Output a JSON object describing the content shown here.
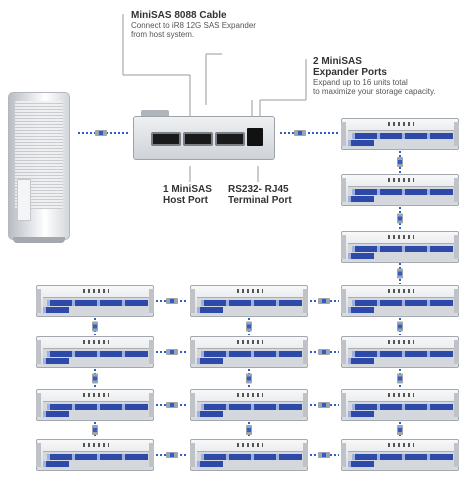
{
  "labels": {
    "cable": {
      "title": "MiniSAS 8088 Cable",
      "lines": [
        "Connect to iR8 12G SAS Expander",
        "from host system."
      ]
    },
    "expander_ports": {
      "title_lines": [
        "2 MiniSAS",
        "Expander Ports"
      ],
      "lines": [
        "Expand up to 16 units total",
        "to maximize your storage capacity."
      ]
    },
    "host_port": {
      "lines": [
        "1 MiniSAS",
        "Host Port"
      ]
    },
    "terminal_port": {
      "lines": [
        "RS232- RJ45",
        "Terminal Port"
      ]
    }
  },
  "components": {
    "host": {
      "icon": "tower-computer"
    },
    "expander": {
      "icon": "sas-expander-card"
    },
    "storage_units": {
      "icon": "rackmount-storage-2u",
      "count": 15
    }
  },
  "colors": {
    "cable": "#2e5fc9",
    "connector": "#9ea4ab",
    "drive_bay": "#2d4aa8",
    "label_text": "#555555"
  }
}
